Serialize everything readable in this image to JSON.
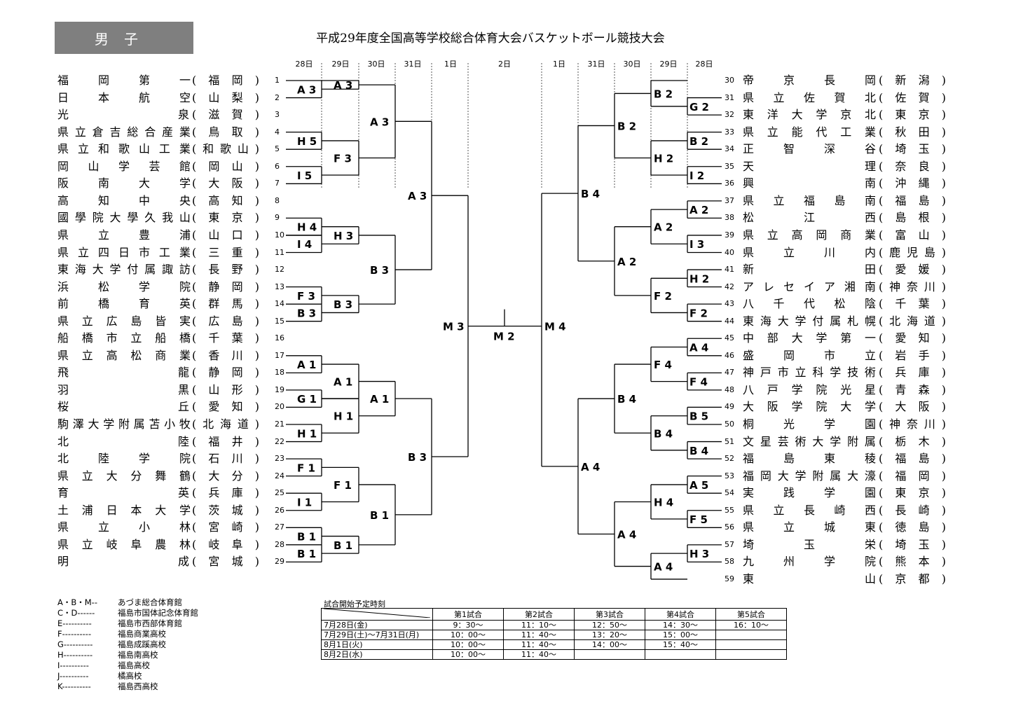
{
  "header": {
    "gender": "男子",
    "title": "平成29年度全国高等学校総合体育大会バスケットボール競技大会"
  },
  "days": {
    "left": [
      "28日",
      "29日",
      "30日",
      "31日",
      "1日"
    ],
    "center": "2日",
    "right": [
      "1日",
      "31日",
      "30日",
      "29日",
      "28日"
    ]
  },
  "teams_left": [
    {
      "n": "1",
      "name": "福岡第一",
      "pref": "福岡"
    },
    {
      "n": "2",
      "name": "日本航空",
      "pref": "山梨"
    },
    {
      "n": "3",
      "name": "光泉",
      "pref": "滋賀"
    },
    {
      "n": "4",
      "name": "県立倉吉総合産業",
      "pref": "鳥取"
    },
    {
      "n": "5",
      "name": "県立和歌山工業",
      "pref": "和歌山"
    },
    {
      "n": "6",
      "name": "岡山学芸館",
      "pref": "岡山"
    },
    {
      "n": "7",
      "name": "阪南大学",
      "pref": "大阪"
    },
    {
      "n": "8",
      "name": "高知中央",
      "pref": "高知"
    },
    {
      "n": "9",
      "name": "國學院大學久我山",
      "pref": "東京"
    },
    {
      "n": "10",
      "name": "県立豊浦",
      "pref": "山口"
    },
    {
      "n": "11",
      "name": "県立四日市工業",
      "pref": "三重"
    },
    {
      "n": "12",
      "name": "東海大学付属諏訪",
      "pref": "長野"
    },
    {
      "n": "13",
      "name": "浜松学院",
      "pref": "静岡"
    },
    {
      "n": "14",
      "name": "前橋育英",
      "pref": "群馬"
    },
    {
      "n": "15",
      "name": "県立広島皆実",
      "pref": "広島"
    },
    {
      "n": "16",
      "name": "船橋市立船橋",
      "pref": "千葉"
    },
    {
      "n": "17",
      "name": "県立高松商業",
      "pref": "香川"
    },
    {
      "n": "18",
      "name": "飛龍",
      "pref": "静岡"
    },
    {
      "n": "19",
      "name": "羽黒",
      "pref": "山形"
    },
    {
      "n": "20",
      "name": "桜丘",
      "pref": "愛知"
    },
    {
      "n": "21",
      "name": "駒澤大学附属苫小牧",
      "pref": "北海道"
    },
    {
      "n": "22",
      "name": "北陸",
      "pref": "福井"
    },
    {
      "n": "23",
      "name": "北陸学院",
      "pref": "石川"
    },
    {
      "n": "24",
      "name": "県立大分舞鶴",
      "pref": "大分"
    },
    {
      "n": "25",
      "name": "育英",
      "pref": "兵庫"
    },
    {
      "n": "26",
      "name": "土浦日本大学",
      "pref": "茨城"
    },
    {
      "n": "27",
      "name": "県立小林",
      "pref": "宮崎"
    },
    {
      "n": "28",
      "name": "県立岐阜農林",
      "pref": "岐阜"
    },
    {
      "n": "29",
      "name": "明成",
      "pref": "宮城"
    }
  ],
  "teams_right": [
    {
      "n": "30",
      "name": "帝京長岡",
      "pref": "新潟"
    },
    {
      "n": "31",
      "name": "県立佐賀北",
      "pref": "佐賀"
    },
    {
      "n": "32",
      "name": "東洋大学京北",
      "pref": "東京"
    },
    {
      "n": "33",
      "name": "県立能代工業",
      "pref": "秋田"
    },
    {
      "n": "34",
      "name": "正智深谷",
      "pref": "埼玉"
    },
    {
      "n": "35",
      "name": "天理",
      "pref": "奈良"
    },
    {
      "n": "36",
      "name": "興南",
      "pref": "沖縄"
    },
    {
      "n": "37",
      "name": "県立福島南",
      "pref": "福島"
    },
    {
      "n": "38",
      "name": "松江西",
      "pref": "島根"
    },
    {
      "n": "39",
      "name": "県立高岡商業",
      "pref": "富山"
    },
    {
      "n": "40",
      "name": "県立川内",
      "pref": "鹿児島"
    },
    {
      "n": "41",
      "name": "新田",
      "pref": "愛媛"
    },
    {
      "n": "42",
      "name": "アレセイア湘南",
      "pref": "神奈川"
    },
    {
      "n": "43",
      "name": "八千代松陰",
      "pref": "千葉"
    },
    {
      "n": "44",
      "name": "東海大学付属札幌",
      "pref": "北海道"
    },
    {
      "n": "45",
      "name": "中部大学第一",
      "pref": "愛知"
    },
    {
      "n": "46",
      "name": "盛岡市立",
      "pref": "岩手"
    },
    {
      "n": "47",
      "name": "神戸市立科学技術",
      "pref": "兵庫"
    },
    {
      "n": "48",
      "name": "八戸学院光星",
      "pref": "青森"
    },
    {
      "n": "49",
      "name": "大阪学院大学",
      "pref": "大阪"
    },
    {
      "n": "50",
      "name": "桐光学園",
      "pref": "神奈川"
    },
    {
      "n": "51",
      "name": "文星芸術大学附属",
      "pref": "栃木"
    },
    {
      "n": "52",
      "name": "福島東稜",
      "pref": "福島"
    },
    {
      "n": "53",
      "name": "福岡大学附属大濠",
      "pref": "福岡"
    },
    {
      "n": "54",
      "name": "実践学園",
      "pref": "東京"
    },
    {
      "n": "55",
      "name": "県立長崎西",
      "pref": "長崎"
    },
    {
      "n": "56",
      "name": "県立城東",
      "pref": "徳島"
    },
    {
      "n": "57",
      "name": "埼玉栄",
      "pref": "埼玉"
    },
    {
      "n": "58",
      "name": "九州学院",
      "pref": "熊本"
    },
    {
      "n": "59",
      "name": "東山",
      "pref": "京都"
    }
  ],
  "venue_labels": {
    "m1": [
      "A3",
      "H5",
      "I5",
      "H4",
      "I4",
      "F3",
      "B3",
      "A1",
      "G1",
      "H1",
      "F1",
      "I1",
      "B1",
      "B1"
    ],
    "m2": [
      "A3",
      "F3",
      "H3",
      "B3",
      "A1",
      "H1",
      "F1",
      "B1"
    ],
    "m3": [
      "A3",
      "B3",
      "A1",
      "B1"
    ],
    "m4": [
      "A3",
      "B3"
    ],
    "semi_left": "M3",
    "final": "M2",
    "semi_right": "M4",
    "r_m1": [
      "G2",
      "B2",
      "I2",
      "A2",
      "I3",
      "H2",
      "F2",
      "A4",
      "F4",
      "B5",
      "B4",
      "A5",
      "F5",
      "H3"
    ],
    "r_m2": [
      "B2",
      "H2",
      "A2",
      "F2",
      "F4",
      "B4",
      "H4",
      "A4"
    ],
    "r_m3": [
      "B2",
      "A2",
      "B4",
      "A4"
    ],
    "r_m4": [
      "B4",
      "A4"
    ]
  },
  "legend": [
    {
      "key": "A・B・M--",
      "val": "あづま総合体育館"
    },
    {
      "key": "C・D------",
      "val": "福島市国体記念体育館"
    },
    {
      "key": "E----------",
      "val": "福島市西部体育館"
    },
    {
      "key": "F----------",
      "val": "福島商業高校"
    },
    {
      "key": "G----------",
      "val": "福島成蹊高校"
    },
    {
      "key": "H----------",
      "val": "福島南高校"
    },
    {
      "key": "I----------",
      "val": "福島高校"
    },
    {
      "key": "J----------",
      "val": "橘高校"
    },
    {
      "key": "K----------",
      "val": "福島西高校"
    }
  ],
  "schedule": {
    "caption": "試合開始予定時刻",
    "headers": [
      "第1試合",
      "第2試合",
      "第3試合",
      "第4試合",
      "第5試合"
    ],
    "rows": [
      {
        "label": "7月28日(金)",
        "times": [
          "9：30〜",
          "11：10〜",
          "12：50〜",
          "14：30〜",
          "16：10〜"
        ]
      },
      {
        "label": "7月29日(土)〜7月31日(月)",
        "times": [
          "10：00〜",
          "11：40〜",
          "13：20〜",
          "15：00〜",
          ""
        ]
      },
      {
        "label": "8月1日(火)",
        "times": [
          "10：00〜",
          "11：40〜",
          "14：00〜",
          "15：40〜",
          ""
        ]
      },
      {
        "label": "8月2日(水)",
        "times": [
          "10：00〜",
          "11：40〜",
          "",
          "",
          ""
        ]
      }
    ]
  }
}
